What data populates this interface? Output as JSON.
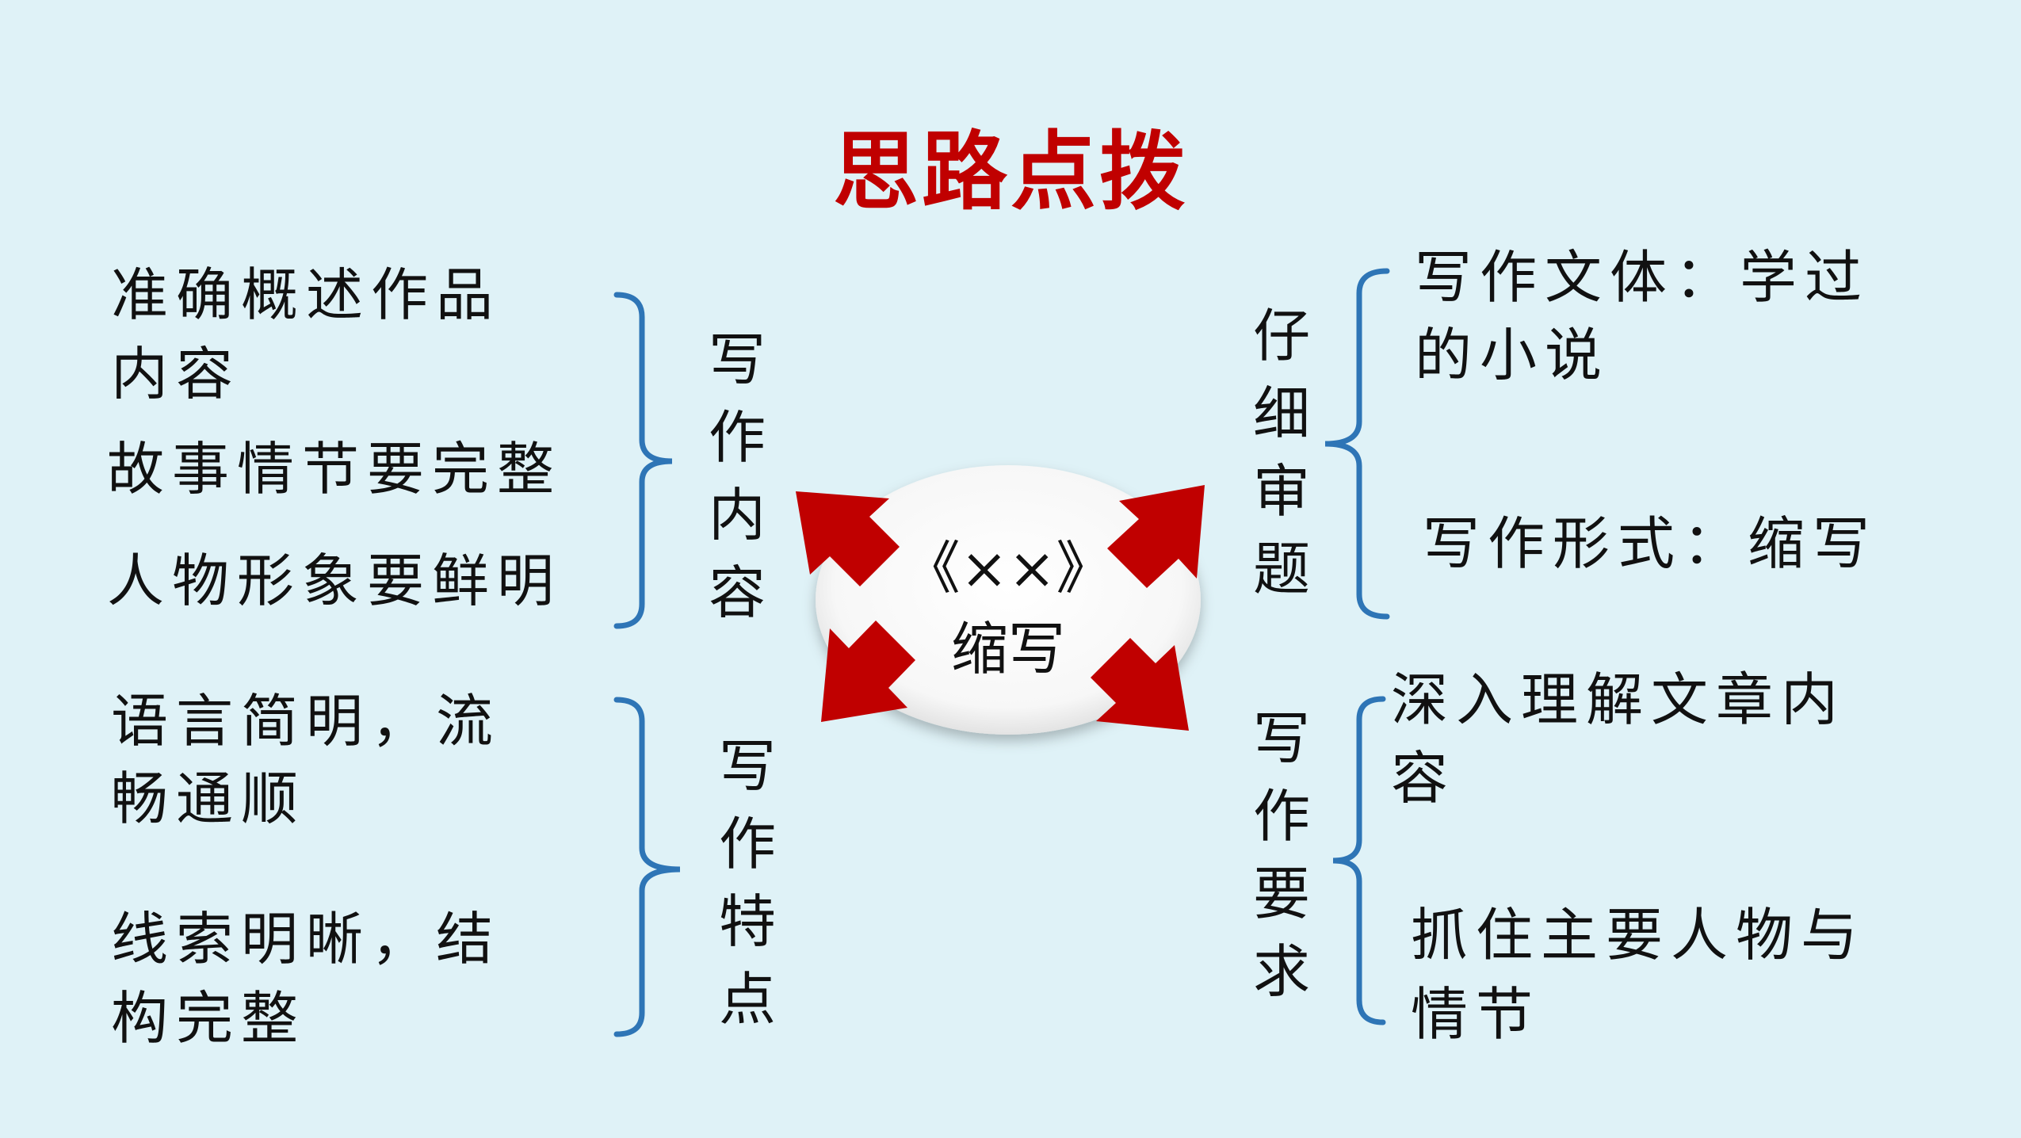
{
  "title": "思路点拨",
  "center": {
    "line1": "《××》",
    "line2": "缩写"
  },
  "left_top": {
    "heading": "写作内容",
    "items": [
      "准确概述作品",
      "内容",
      "故事情节要完整",
      "人物形象要鲜明"
    ]
  },
  "left_bottom": {
    "heading": "写作特点",
    "items": [
      "语言简明，流",
      "畅通顺",
      "线索明晰，结",
      "构完整"
    ]
  },
  "right_top": {
    "heading": "仔细审题",
    "items": [
      "写作文体：学过",
      "的小说",
      "写作形式：缩写"
    ]
  },
  "right_bottom": {
    "heading": "写作要求",
    "items": [
      "深入理解文章内",
      "容",
      "抓住主要人物与",
      "情节"
    ]
  },
  "colors": {
    "title": "#c00000",
    "bracket": "#2e75b6",
    "arrow": "#c00000",
    "background": "#dff2f7"
  }
}
